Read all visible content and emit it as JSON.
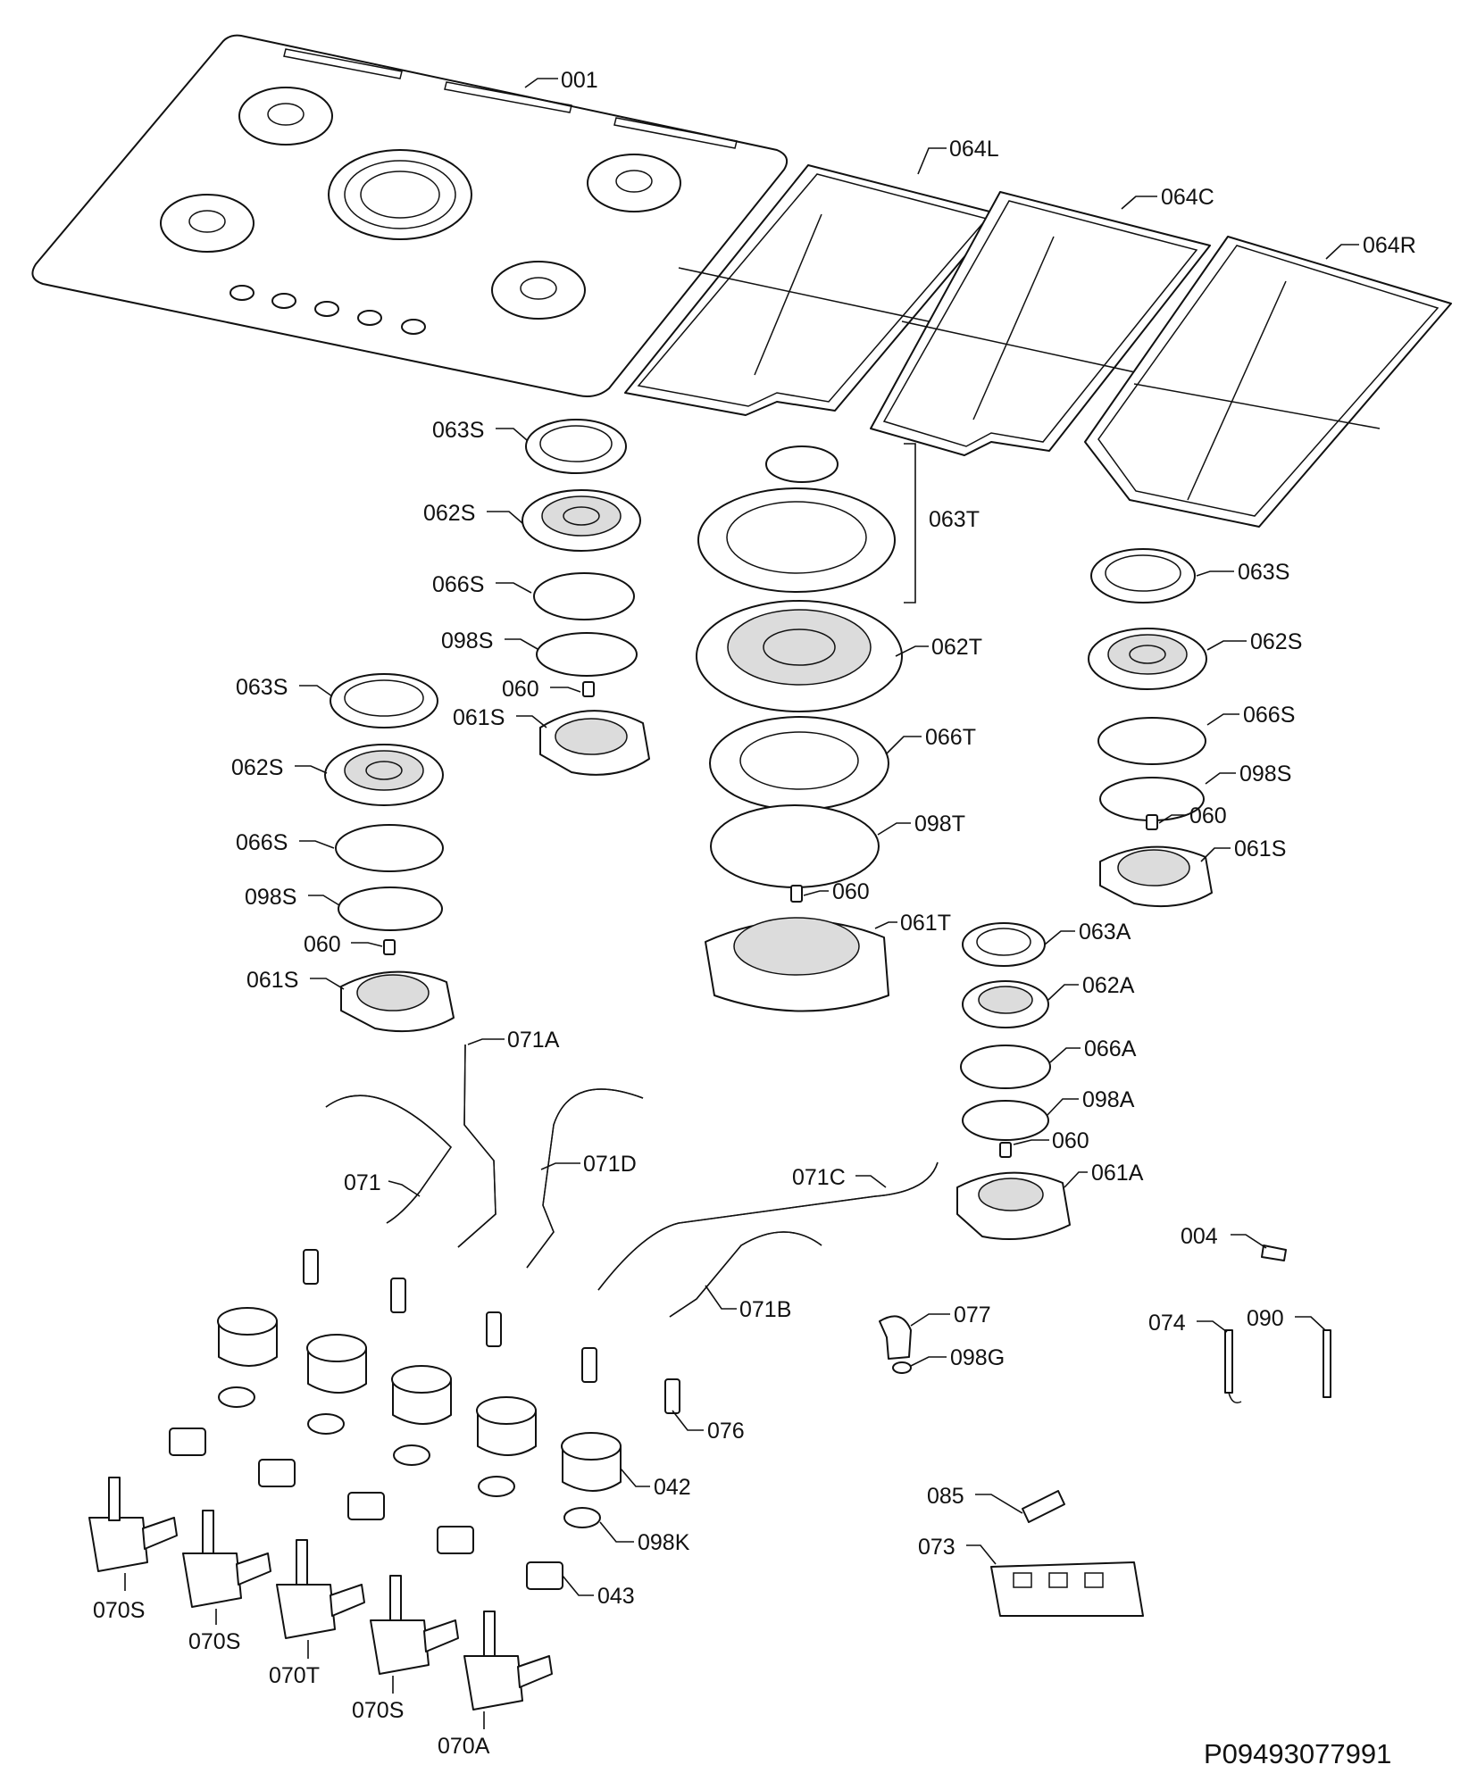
{
  "diagram_code": "P09493077991",
  "labels": {
    "l001": "001",
    "l064L": "064L",
    "l064C": "064C",
    "l064R": "064R",
    "l063S_a": "063S",
    "l062S_a": "062S",
    "l066S_a": "066S",
    "l098S_a": "098S",
    "l060_a": "060",
    "l061S_a": "061S",
    "l063S_b": "063S",
    "l062S_b": "062S",
    "l066S_b": "066S",
    "l098S_b": "098S",
    "l060_b": "060",
    "l061S_b": "061S",
    "l063T": "063T",
    "l062T": "062T",
    "l066T": "066T",
    "l098T": "098T",
    "l060_c": "060",
    "l061T": "061T",
    "l063S_c": "063S",
    "l062S_c": "062S",
    "l066S_c": "066S",
    "l098S_c": "098S",
    "l060_d": "060",
    "l061S_c": "061S",
    "l063A": "063A",
    "l062A": "062A",
    "l066A": "066A",
    "l098A": "098A",
    "l060_e": "060",
    "l061A": "061A",
    "l071A": "071A",
    "l071": "071",
    "l071D": "071D",
    "l071C": "071C",
    "l071B": "071B",
    "l004": "004",
    "l077": "077",
    "l098G": "098G",
    "l074": "074",
    "l090": "090",
    "l076": "076",
    "l042": "042",
    "l098K": "098K",
    "l043": "043",
    "l085": "085",
    "l073": "073",
    "l070S_a": "070S",
    "l070S_b": "070S",
    "l070T": "070T",
    "l070S_c": "070S",
    "l070A": "070A"
  }
}
